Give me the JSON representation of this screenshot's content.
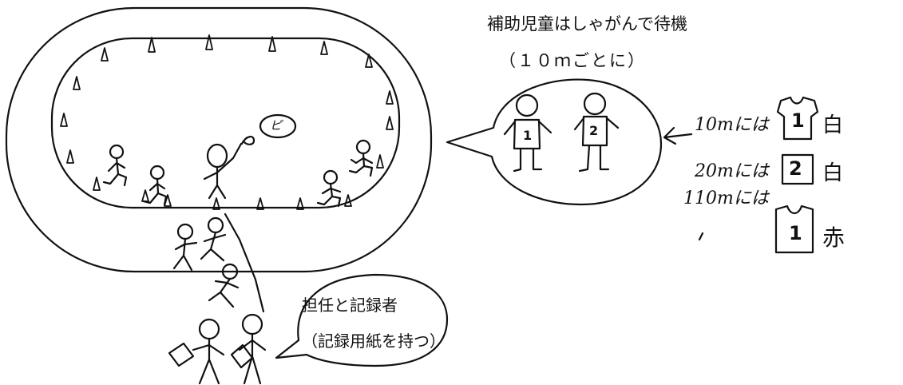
{
  "header": {
    "title": "補助児童はしゃがんで待機",
    "subtitle": "（１０ｍごとに）"
  },
  "speech_bubble_top": {
    "figure_left_number": "1",
    "figure_right_number": "2"
  },
  "speech_bubble_bottom": {
    "line1": "担任と記録者",
    "line2": "（記録用紙を持つ）"
  },
  "whistle_bubble": {
    "text": "ピ"
  },
  "legend": [
    {
      "distance": "10mには",
      "bib_number": "1",
      "color": "白"
    },
    {
      "distance": "20mには",
      "bib_number": "2",
      "color": "白"
    },
    {
      "distance": "110mには",
      "bib_number": "1",
      "color": "赤"
    }
  ]
}
